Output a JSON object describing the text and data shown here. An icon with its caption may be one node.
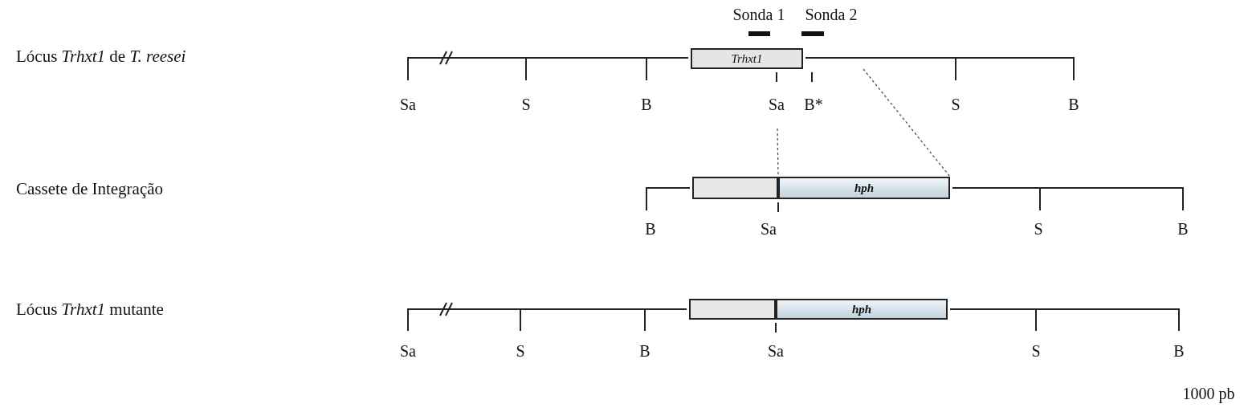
{
  "diagram": {
    "nodes": [
      {
        "text": [
          "Trhxt1"
        ]
      },
      {
        "text": [],
        "shape": "box"
      },
      {
        "text": [
          "hph"
        ]
      },
      {
        "text": [],
        "shape": "box"
      },
      {
        "text": [
          "hph"
        ]
      }
    ],
    "edges": [
      {
        "from": null,
        "to": 1,
        "arrow": "none",
        "style": "dashed"
      },
      {
        "from": null,
        "to": 2,
        "arrow": "none",
        "style": "dashed"
      }
    ],
    "labels": [
      "Sonda 1",
      "Sonda 2",
      "Lócus *Trhxt1* de *T. reesei*",
      "Sa",
      "S",
      "B",
      "Sa",
      "B*",
      "S",
      "B",
      "Cassete de Integração",
      "B",
      "Sa",
      "S",
      "B",
      "Lócus *Trhxt1* mutante",
      "Sa",
      "S",
      "B",
      "Sa",
      "S",
      "B",
      "1000 pb"
    ]
  }
}
